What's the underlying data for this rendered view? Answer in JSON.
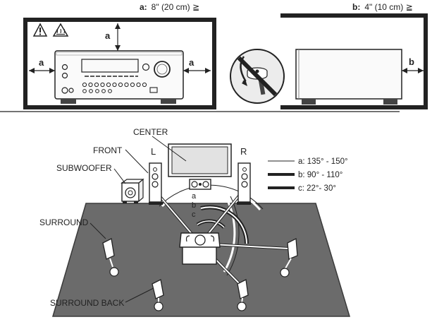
{
  "clearance": {
    "a_key": "a:",
    "a_value": "8\" (20 cm) ≧",
    "b_key": "b:",
    "b_value": "4\" (10 cm) ≧",
    "dim_a": "a",
    "dim_b": "b"
  },
  "icons": [
    "warning-triangle-icon",
    "hot-surface-icon",
    "no-stacking-icon"
  ],
  "speakers": {
    "center": "CENTER",
    "front": "FRONT",
    "subwoofer": "SUBWOOFER",
    "surround": "SURROUND",
    "surround_back": "SURROUND BACK",
    "left": "L",
    "right": "R"
  },
  "angles": {
    "arc_a": "a",
    "arc_b": "b",
    "arc_c": "c",
    "legend": [
      {
        "key": "a",
        "text": "a: 135° - 150°"
      },
      {
        "key": "b",
        "text": "b: 90° - 110°"
      },
      {
        "key": "c",
        "text": "c: 22°- 30°"
      }
    ]
  },
  "colors": {
    "floor": "#6b6b6b",
    "floor_edge": "#3a3a3a",
    "stroke": "#222222",
    "light_gray": "#e2e2e2"
  }
}
